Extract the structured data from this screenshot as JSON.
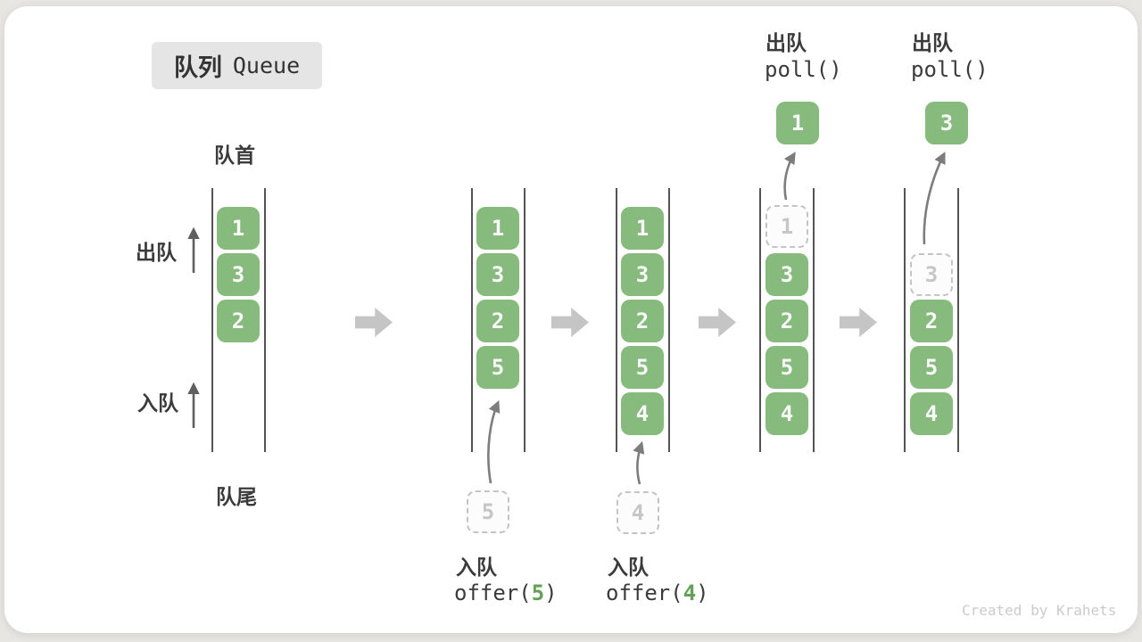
{
  "title": {
    "zh": "队列",
    "en": "Queue"
  },
  "labels": {
    "front": "队首",
    "rear": "队尾",
    "dequeue": "出队",
    "enqueue": "入队"
  },
  "watermark": "Created by Krahets",
  "colors": {
    "slot_green": "#87ba7d",
    "code_arg_green": "#63a156",
    "transition_arrow_gray": "#c5c5c5",
    "wall_line": "#545454",
    "flow_arrow": "#7d7d7d",
    "dashed_border": "#c4c4c4",
    "text": "#3b3b3b",
    "watermark_gray": "#cbcbcb",
    "title_badge_bg": "#e5e5e5"
  },
  "states": [
    {
      "slots": [
        {
          "v": "1"
        },
        {
          "v": "3"
        },
        {
          "v": "2"
        }
      ]
    },
    {
      "slots": [
        {
          "v": "1"
        },
        {
          "v": "3"
        },
        {
          "v": "2"
        },
        {
          "v": "5"
        }
      ],
      "incoming": "5",
      "op_action": "入队",
      "op_code_pre": "offer(",
      "op_code_arg": "5",
      "op_code_post": ")"
    },
    {
      "slots": [
        {
          "v": "1"
        },
        {
          "v": "3"
        },
        {
          "v": "2"
        },
        {
          "v": "5"
        },
        {
          "v": "4"
        }
      ],
      "incoming": "4",
      "op_action": "入队",
      "op_code_pre": "offer(",
      "op_code_arg": "4",
      "op_code_post": ")"
    },
    {
      "removed": "1",
      "popped": "1",
      "slots": [
        {
          "v": "3"
        },
        {
          "v": "2"
        },
        {
          "v": "5"
        },
        {
          "v": "4"
        }
      ],
      "op_action": "出队",
      "op_code": "poll()"
    },
    {
      "removed": "3",
      "popped": "3",
      "slots": [
        {
          "v": "2"
        },
        {
          "v": "5"
        },
        {
          "v": "4"
        }
      ],
      "op_action": "出队",
      "op_code": "poll()"
    }
  ]
}
